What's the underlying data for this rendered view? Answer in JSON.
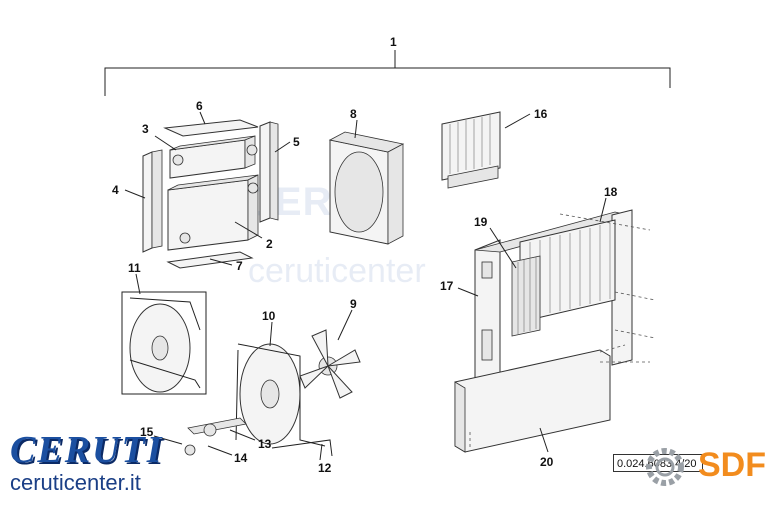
{
  "diagram": {
    "callouts": [
      "1",
      "2",
      "3",
      "4",
      "5",
      "6",
      "7",
      "8",
      "9",
      "10",
      "11",
      "12",
      "13",
      "14",
      "15",
      "16",
      "17",
      "18",
      "19",
      "20"
    ],
    "ref_code": "0.024.6083.4/20"
  },
  "branding": {
    "wordmark": "CERUTI",
    "url": "ceruticenter.it",
    "watermark_text": "CERUTI",
    "watermark_url": "ceruticenter",
    "logo_text": "SDF",
    "wordmark_color": "#1b4fa0",
    "logo_color": "#f28c1e"
  }
}
